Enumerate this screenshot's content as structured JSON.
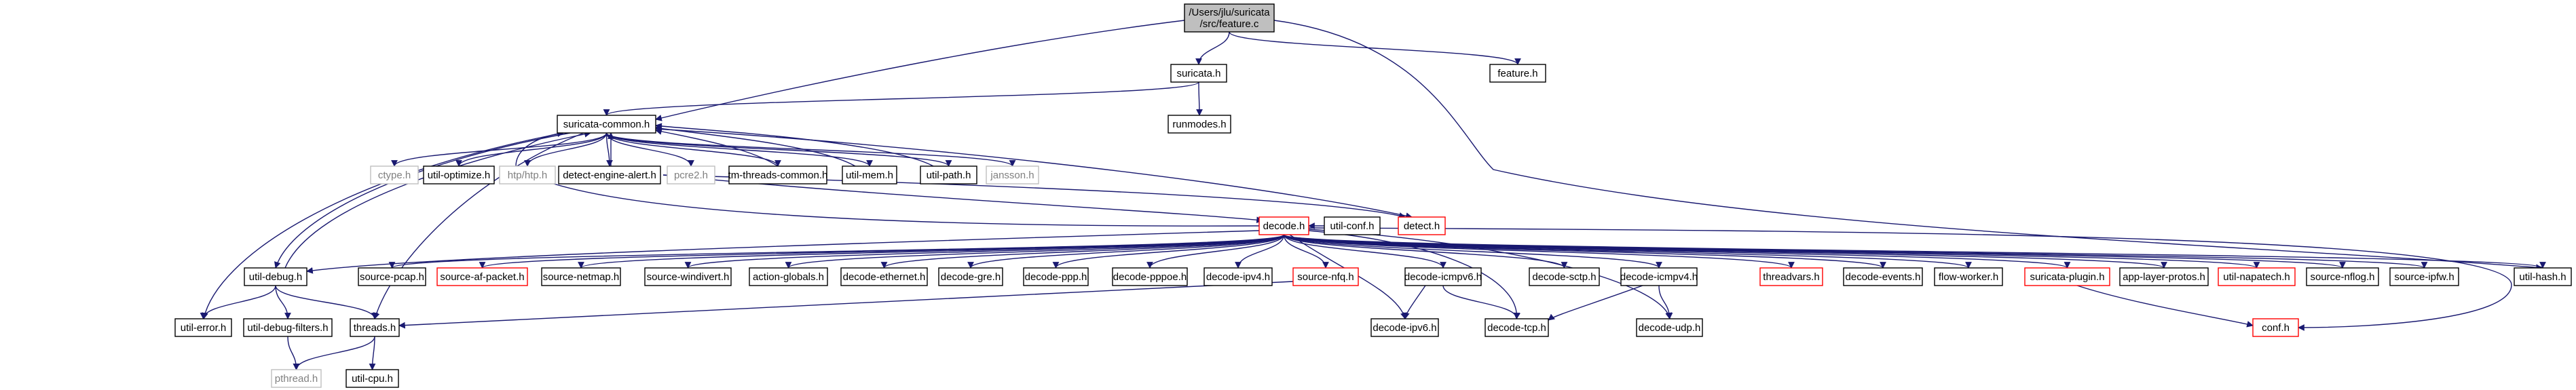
{
  "graph": {
    "colors": {
      "edge": "#191970",
      "node_border_normal": "#000000",
      "node_border_link": "#ff0000",
      "node_border_external": "#bfbfbf",
      "node_fill_root": "#bfbfbf",
      "node_fill": "#ffffff",
      "text_normal": "#000000",
      "text_external": "#808080"
    },
    "nodes": [
      {
        "id": "root",
        "lines": [
          "/Users/jlu/suricata",
          "/src/feature.c"
        ],
        "style": "root"
      },
      {
        "id": "suricata_h",
        "lines": [
          "suricata.h"
        ],
        "style": "normal"
      },
      {
        "id": "feature_h",
        "lines": [
          "feature.h"
        ],
        "style": "normal"
      },
      {
        "id": "runmodes_h",
        "lines": [
          "runmodes.h"
        ],
        "style": "normal"
      },
      {
        "id": "suricata_common_h",
        "lines": [
          "suricata-common.h"
        ],
        "style": "normal"
      },
      {
        "id": "ctype_h",
        "lines": [
          "ctype.h"
        ],
        "style": "external"
      },
      {
        "id": "util_optimize_h",
        "lines": [
          "util-optimize.h"
        ],
        "style": "normal"
      },
      {
        "id": "htp_h",
        "lines": [
          "htp/htp.h"
        ],
        "style": "external"
      },
      {
        "id": "detect_engine_alert_h",
        "lines": [
          "detect-engine-alert.h"
        ],
        "style": "normal"
      },
      {
        "id": "pcre2_h",
        "lines": [
          "pcre2.h"
        ],
        "style": "external"
      },
      {
        "id": "tm_threads_common_h",
        "lines": [
          "tm-threads-common.h"
        ],
        "style": "normal"
      },
      {
        "id": "util_mem_h",
        "lines": [
          "util-mem.h"
        ],
        "style": "normal"
      },
      {
        "id": "util_path_h",
        "lines": [
          "util-path.h"
        ],
        "style": "normal"
      },
      {
        "id": "jansson_h",
        "lines": [
          "jansson.h"
        ],
        "style": "external"
      },
      {
        "id": "decode_h",
        "lines": [
          "decode.h"
        ],
        "style": "link"
      },
      {
        "id": "util_conf_h",
        "lines": [
          "util-conf.h"
        ],
        "style": "normal"
      },
      {
        "id": "detect_h",
        "lines": [
          "detect.h"
        ],
        "style": "link"
      },
      {
        "id": "util_debug_h",
        "lines": [
          "util-debug.h"
        ],
        "style": "normal"
      },
      {
        "id": "source_pcap_h",
        "lines": [
          "source-pcap.h"
        ],
        "style": "normal"
      },
      {
        "id": "source_af_packet_h",
        "lines": [
          "source-af-packet.h"
        ],
        "style": "link"
      },
      {
        "id": "source_netmap_h",
        "lines": [
          "source-netmap.h"
        ],
        "style": "normal"
      },
      {
        "id": "source_windivert_h",
        "lines": [
          "source-windivert.h"
        ],
        "style": "normal"
      },
      {
        "id": "action_globals_h",
        "lines": [
          "action-globals.h"
        ],
        "style": "normal"
      },
      {
        "id": "decode_ethernet_h",
        "lines": [
          "decode-ethernet.h"
        ],
        "style": "normal"
      },
      {
        "id": "decode_gre_h",
        "lines": [
          "decode-gre.h"
        ],
        "style": "normal"
      },
      {
        "id": "decode_ppp_h",
        "lines": [
          "decode-ppp.h"
        ],
        "style": "normal"
      },
      {
        "id": "decode_pppoe_h",
        "lines": [
          "decode-pppoe.h"
        ],
        "style": "normal"
      },
      {
        "id": "decode_ipv4_h",
        "lines": [
          "decode-ipv4.h"
        ],
        "style": "normal"
      },
      {
        "id": "source_nfq_h",
        "lines": [
          "source-nfq.h"
        ],
        "style": "link"
      },
      {
        "id": "decode_icmpv6_h",
        "lines": [
          "decode-icmpv6.h"
        ],
        "style": "normal"
      },
      {
        "id": "decode_sctp_h",
        "lines": [
          "decode-sctp.h"
        ],
        "style": "normal"
      },
      {
        "id": "decode_icmpv4_h",
        "lines": [
          "decode-icmpv4.h"
        ],
        "style": "normal"
      },
      {
        "id": "threadvars_h",
        "lines": [
          "threadvars.h"
        ],
        "style": "link"
      },
      {
        "id": "decode_events_h",
        "lines": [
          "decode-events.h"
        ],
        "style": "normal"
      },
      {
        "id": "flow_worker_h",
        "lines": [
          "flow-worker.h"
        ],
        "style": "normal"
      },
      {
        "id": "suricata_plugin_h",
        "lines": [
          "suricata-plugin.h"
        ],
        "style": "link"
      },
      {
        "id": "app_layer_protos_h",
        "lines": [
          "app-layer-protos.h"
        ],
        "style": "normal"
      },
      {
        "id": "util_napatech_h",
        "lines": [
          "util-napatech.h"
        ],
        "style": "link"
      },
      {
        "id": "source_nflog_h",
        "lines": [
          "source-nflog.h"
        ],
        "style": "normal"
      },
      {
        "id": "source_ipfw_h",
        "lines": [
          "source-ipfw.h"
        ],
        "style": "normal"
      },
      {
        "id": "util_hash_h",
        "lines": [
          "util-hash.h"
        ],
        "style": "normal"
      },
      {
        "id": "util_error_h",
        "lines": [
          "util-error.h"
        ],
        "style": "normal"
      },
      {
        "id": "util_debug_filters_h",
        "lines": [
          "util-debug-filters.h"
        ],
        "style": "normal"
      },
      {
        "id": "threads_h",
        "lines": [
          "threads.h"
        ],
        "style": "normal"
      },
      {
        "id": "pthread_h",
        "lines": [
          "pthread.h"
        ],
        "style": "external"
      },
      {
        "id": "util_cpu_h",
        "lines": [
          "util-cpu.h"
        ],
        "style": "normal"
      },
      {
        "id": "decode_ipv6_h",
        "lines": [
          "decode-ipv6.h"
        ],
        "style": "normal"
      },
      {
        "id": "decode_tcp_h",
        "lines": [
          "decode-tcp.h"
        ],
        "style": "normal"
      },
      {
        "id": "decode_udp_h",
        "lines": [
          "decode-udp.h"
        ],
        "style": "normal"
      },
      {
        "id": "conf_h",
        "lines": [
          "conf.h"
        ],
        "style": "link"
      }
    ],
    "edges": [
      [
        "root",
        "suricata_h"
      ],
      [
        "root",
        "feature_h"
      ],
      [
        "root",
        "suricata_common_h"
      ],
      [
        "root",
        "util_hash_h"
      ],
      [
        "suricata_h",
        "suricata_common_h"
      ],
      [
        "suricata_h",
        "runmodes_h"
      ],
      [
        "suricata_common_h",
        "ctype_h"
      ],
      [
        "suricata_common_h",
        "util_optimize_h"
      ],
      [
        "suricata_common_h",
        "htp_h"
      ],
      [
        "suricata_common_h",
        "detect_engine_alert_h"
      ],
      [
        "suricata_common_h",
        "pcre2_h"
      ],
      [
        "suricata_common_h",
        "tm_threads_common_h"
      ],
      [
        "suricata_common_h",
        "util_mem_h"
      ],
      [
        "suricata_common_h",
        "util_path_h"
      ],
      [
        "suricata_common_h",
        "jansson_h"
      ],
      [
        "suricata_common_h",
        "util_debug_h"
      ],
      [
        "suricata_common_h",
        "util_error_h"
      ],
      [
        "suricata_common_h",
        "threads_h"
      ],
      [
        "suricata_common_h",
        "detect_h"
      ],
      [
        "detect_engine_alert_h",
        "suricata_common_h"
      ],
      [
        "detect_engine_alert_h",
        "decode_h"
      ],
      [
        "detect_engine_alert_h",
        "detect_h"
      ],
      [
        "tm_threads_common_h",
        "suricata_common_h"
      ],
      [
        "util_mem_h",
        "suricata_common_h"
      ],
      [
        "util_path_h",
        "suricata_common_h"
      ],
      [
        "decode_h",
        "suricata_common_h"
      ],
      [
        "decode_h",
        "util_debug_h"
      ],
      [
        "decode_h",
        "source_pcap_h"
      ],
      [
        "decode_h",
        "source_af_packet_h"
      ],
      [
        "decode_h",
        "source_netmap_h"
      ],
      [
        "decode_h",
        "source_windivert_h"
      ],
      [
        "decode_h",
        "action_globals_h"
      ],
      [
        "decode_h",
        "decode_ethernet_h"
      ],
      [
        "decode_h",
        "decode_gre_h"
      ],
      [
        "decode_h",
        "decode_ppp_h"
      ],
      [
        "decode_h",
        "decode_pppoe_h"
      ],
      [
        "decode_h",
        "decode_ipv4_h"
      ],
      [
        "decode_h",
        "source_nfq_h"
      ],
      [
        "decode_h",
        "decode_icmpv6_h"
      ],
      [
        "decode_h",
        "decode_sctp_h"
      ],
      [
        "decode_h",
        "decode_icmpv4_h"
      ],
      [
        "decode_h",
        "threadvars_h"
      ],
      [
        "decode_h",
        "decode_events_h"
      ],
      [
        "decode_h",
        "flow_worker_h"
      ],
      [
        "decode_h",
        "suricata_plugin_h"
      ],
      [
        "decode_h",
        "app_layer_protos_h"
      ],
      [
        "decode_h",
        "util_napatech_h"
      ],
      [
        "decode_h",
        "source_nflog_h"
      ],
      [
        "decode_h",
        "source_ipfw_h"
      ],
      [
        "decode_h",
        "util_hash_h"
      ],
      [
        "decode_h",
        "decode_ipv6_h"
      ],
      [
        "decode_h",
        "decode_tcp_h"
      ],
      [
        "decode_h",
        "decode_udp_h"
      ],
      [
        "decode_h",
        "conf_h"
      ],
      [
        "util_conf_h",
        "decode_h"
      ],
      [
        "util_debug_h",
        "suricata_common_h"
      ],
      [
        "util_debug_h",
        "threads_h"
      ],
      [
        "util_debug_h",
        "util_error_h"
      ],
      [
        "util_debug_h",
        "util_debug_filters_h"
      ],
      [
        "source_nfq_h",
        "threads_h"
      ],
      [
        "decode_icmpv6_h",
        "decode_tcp_h"
      ],
      [
        "decode_icmpv6_h",
        "decode_ipv6_h"
      ],
      [
        "decode_icmpv4_h",
        "decode_tcp_h"
      ],
      [
        "decode_icmpv4_h",
        "decode_udp_h"
      ],
      [
        "suricata_plugin_h",
        "conf_h"
      ],
      [
        "util_debug_filters_h",
        "pthread_h"
      ],
      [
        "threads_h",
        "pthread_h"
      ],
      [
        "threads_h",
        "util_cpu_h"
      ]
    ]
  }
}
